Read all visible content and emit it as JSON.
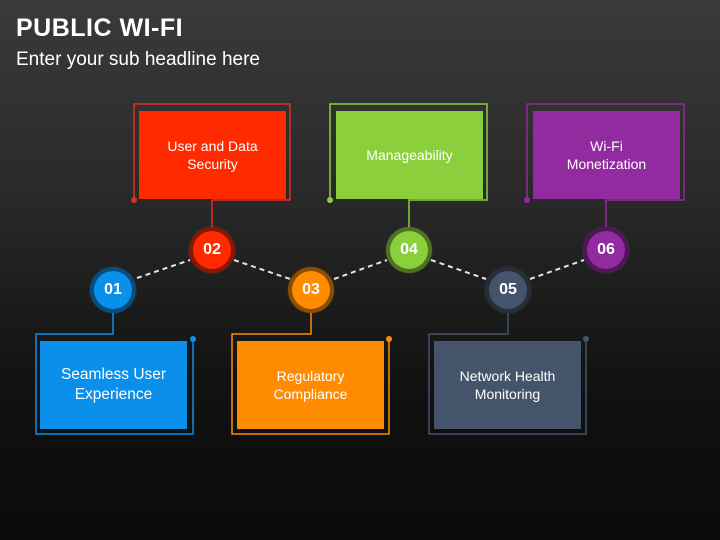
{
  "header": {
    "title": "PUBLIC WI-FI",
    "subtitle": "Enter your sub headline here"
  },
  "steps": [
    {
      "number": "01",
      "label_lines": [
        "Seamless User",
        "Experience"
      ],
      "color": "#0a8fea"
    },
    {
      "number": "02",
      "label_lines": [
        "User and Data",
        "Security"
      ],
      "color": "#ff2a00"
    },
    {
      "number": "03",
      "label_lines": [
        "Regulatory",
        "Compliance"
      ],
      "color": "#ff8c00"
    },
    {
      "number": "04",
      "label_lines": [
        "Manageability"
      ],
      "color": "#8ccf3c"
    },
    {
      "number": "05",
      "label_lines": [
        "Network Health",
        "Monitoring"
      ],
      "color": "#44546a"
    },
    {
      "number": "06",
      "label_lines": [
        "Wi-Fi",
        "Monetization"
      ],
      "color": "#922aa0"
    }
  ]
}
